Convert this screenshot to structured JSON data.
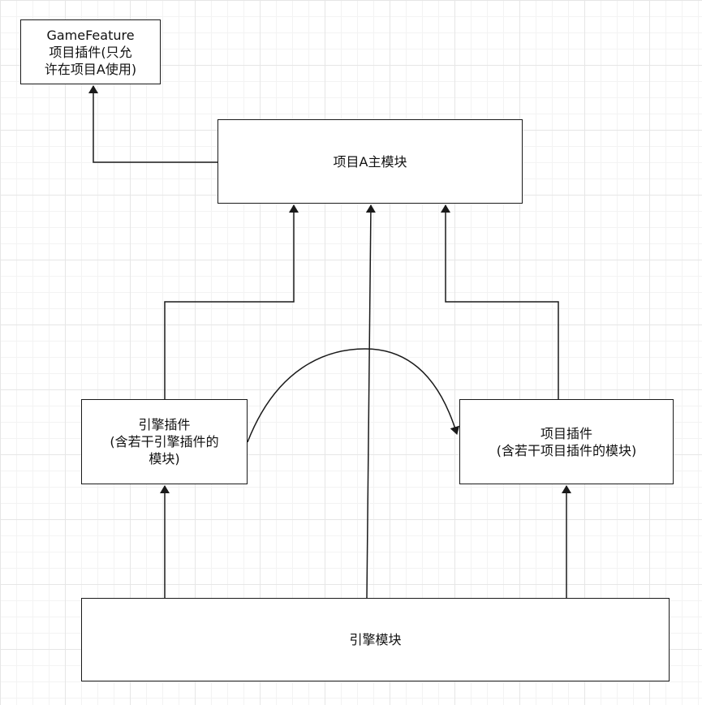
{
  "nodes": {
    "gamefeature": {
      "lines": [
        "GameFeature",
        "项目插件(只允",
        "许在项目A使用)"
      ]
    },
    "main_module": {
      "lines": [
        "项目A主模块"
      ]
    },
    "engine_plugin": {
      "lines": [
        "引擎插件",
        "(含若干引擎插件的",
        "模块)"
      ]
    },
    "project_plugin": {
      "lines": [
        "项目插件",
        "(含若干项目插件的模块)"
      ]
    },
    "engine_module": {
      "lines": [
        "引擎模块"
      ]
    }
  },
  "colors": {
    "stroke": "#1a1a1a",
    "grid": "#e6e6e6",
    "background": "#ffffff"
  }
}
